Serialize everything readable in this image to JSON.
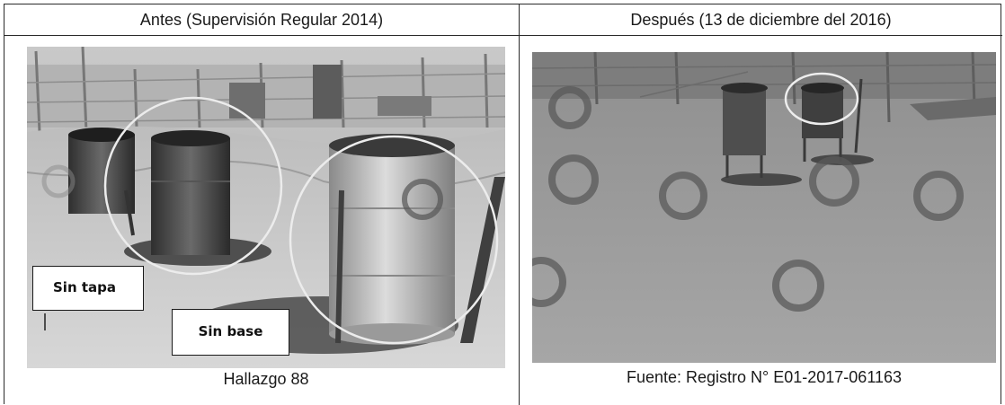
{
  "table": {
    "header_left": "Antes (Supervisión Regular 2014)",
    "header_right": "Después (13 de diciembre del 2016)"
  },
  "photos": {
    "left": {
      "caption": "Hallazgo 88",
      "labels": {
        "sin_tapa": "Sin tapa",
        "sin_base": "Sin base"
      }
    },
    "right": {
      "caption": "Fuente: Registro N° E01-2017-061163"
    }
  },
  "colors": {
    "border": "#2a2a2a",
    "photo_tone": "#9a9a9a",
    "highlight_circle": "#e8e8e8"
  }
}
